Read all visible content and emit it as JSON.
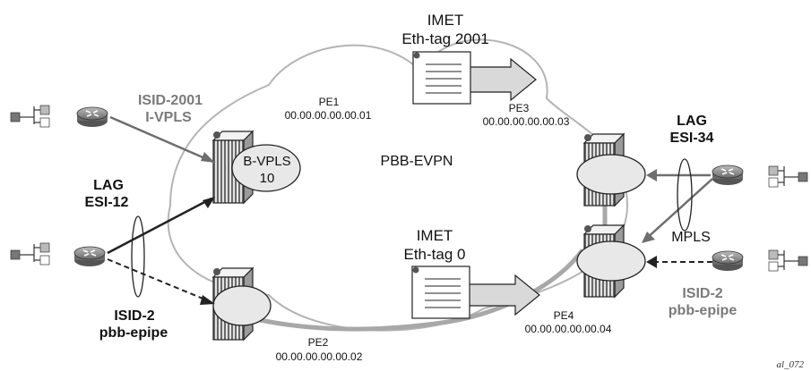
{
  "labels": {
    "imet_top_title": "IMET",
    "imet_top_tag": "Eth-tag 2001",
    "imet_bottom_title": "IMET",
    "imet_bottom_tag": "Eth-tag 0",
    "pe1_name": "PE1",
    "pe1_addr": "00.00.00.00.00.01",
    "pe2_name": "PE2",
    "pe2_addr": "00.00.00.00.00.02",
    "pe3_name": "PE3",
    "pe3_addr": "00.00.00.00.00.03",
    "pe4_name": "PE4",
    "pe4_addr": "00.00.00.00.00.04",
    "cloud_label": "PBB-EVPN",
    "bvpls_line1": "B-VPLS",
    "bvpls_line2": "10",
    "isid2001_line1": "ISID-2001",
    "isid2001_line2": "I-VPLS",
    "lag12_line1": "LAG",
    "lag12_line2": "ESI-12",
    "isid2_left_line1": "ISID-2",
    "isid2_left_line2": "pbb-epipe",
    "lag34_line1": "LAG",
    "lag34_line2": "ESI-34",
    "mpls": "MPLS",
    "isid2_right_line1": "ISID-2",
    "isid2_right_line2": "pbb-epipe",
    "figure_id": "al_072"
  },
  "colors": {
    "grey_text": "#7a7a7a",
    "dark_line": "#222222",
    "grey_line": "#6e6e6e",
    "cloud": "#b4b4b4",
    "arrow_fill": "#d9d9d9"
  }
}
